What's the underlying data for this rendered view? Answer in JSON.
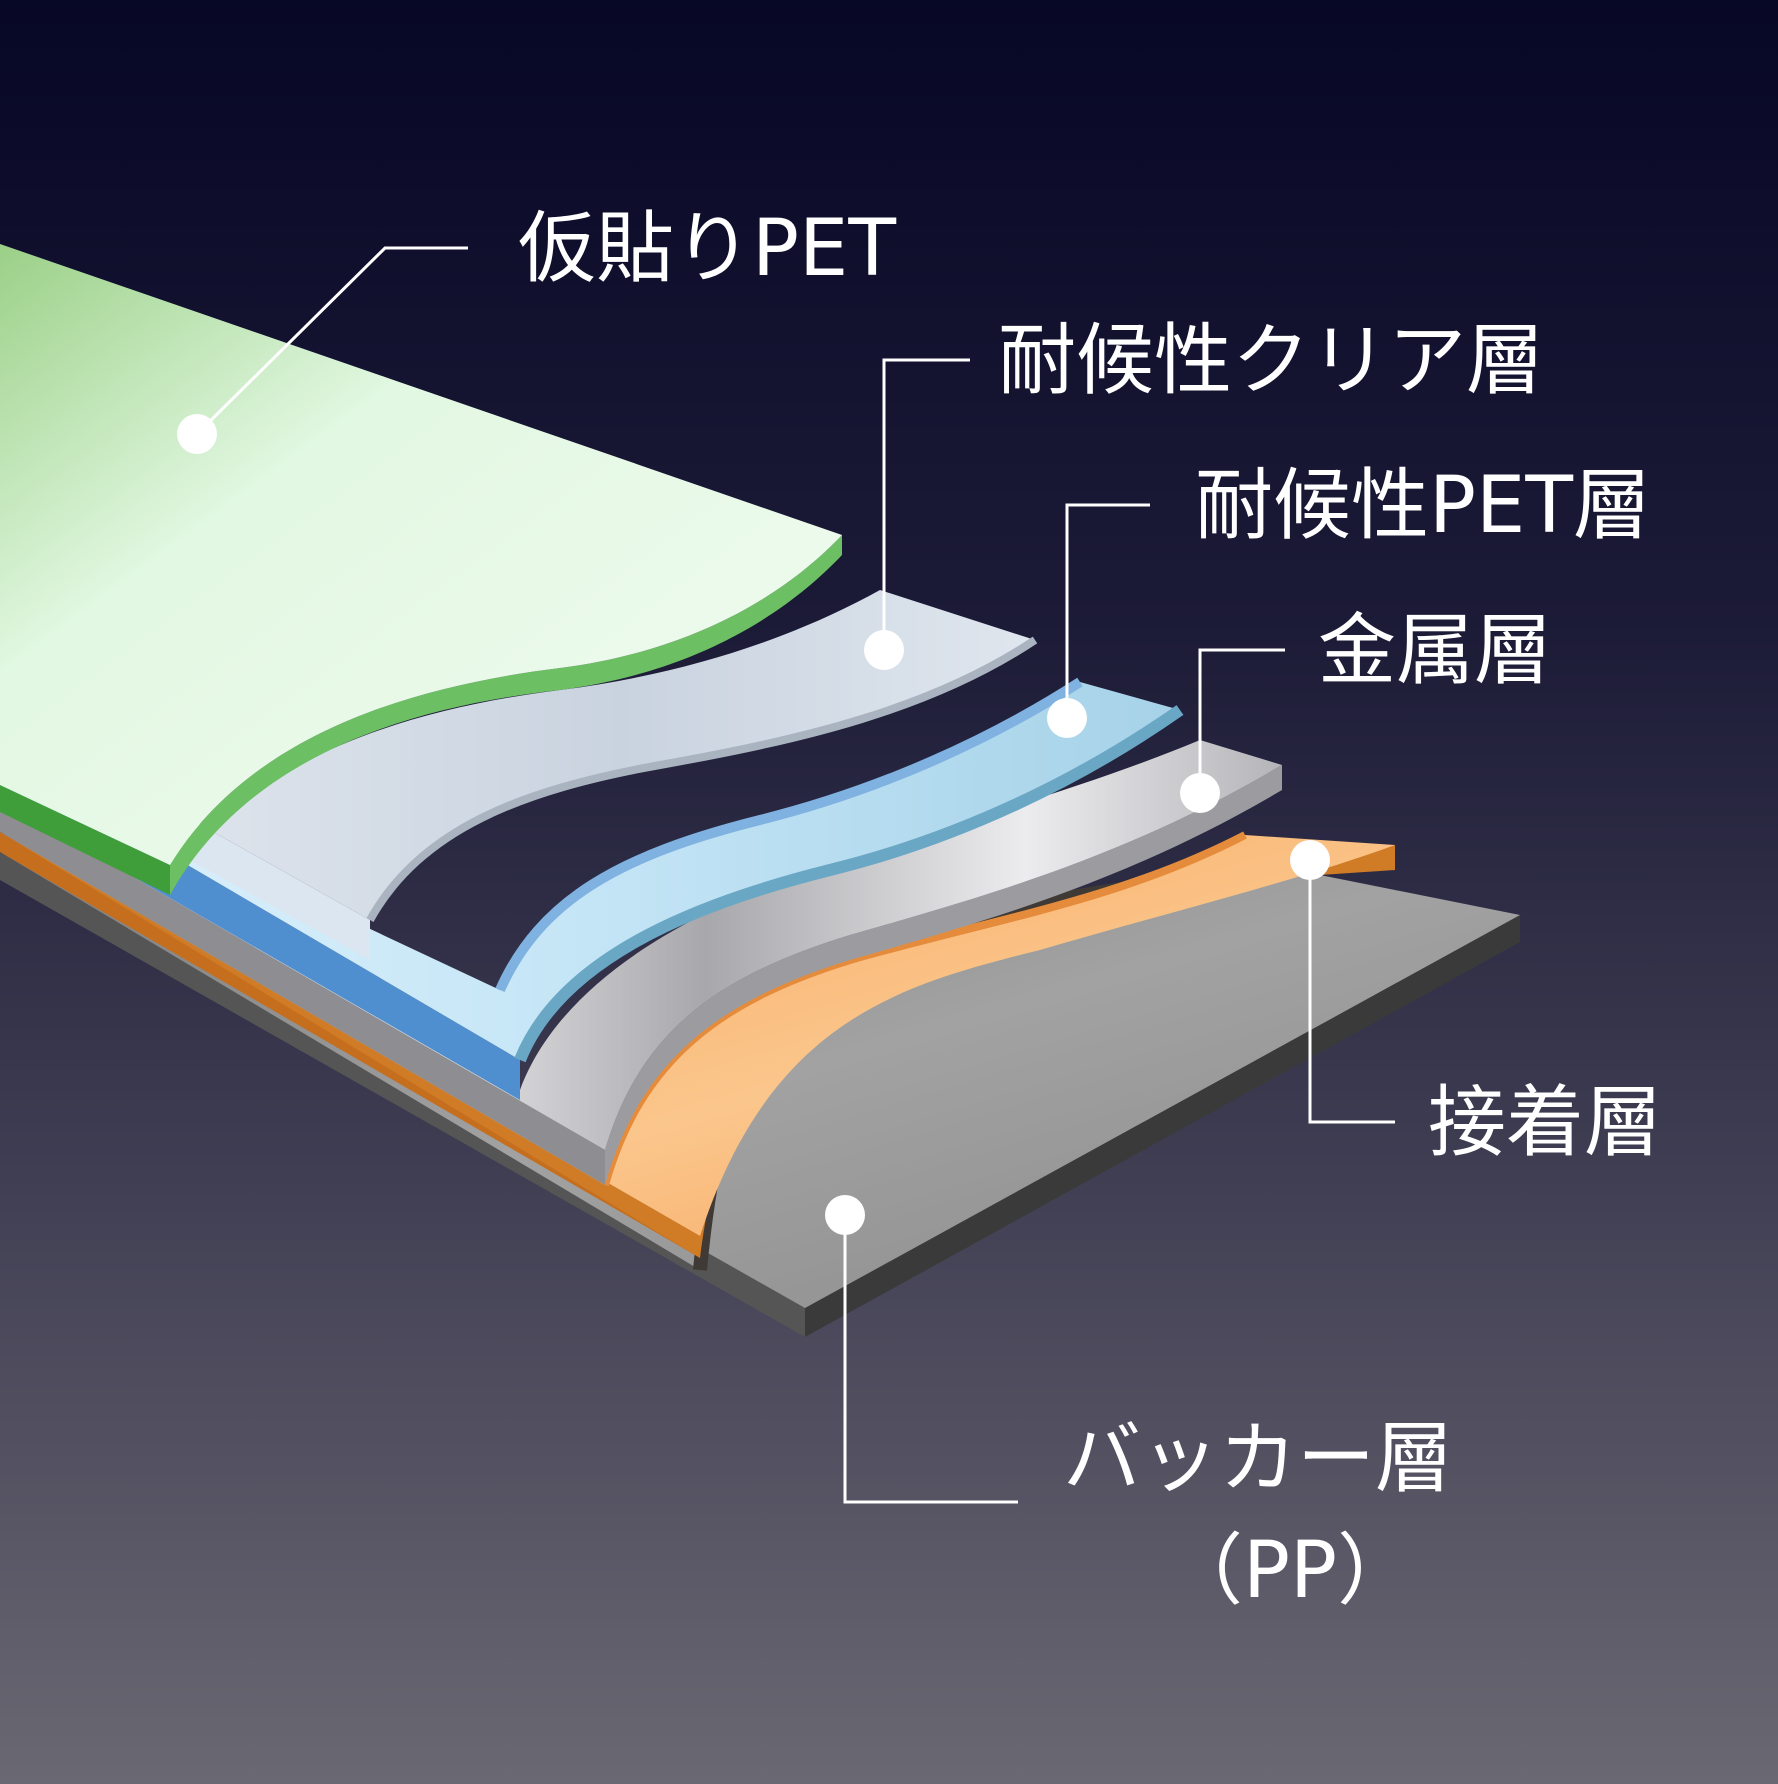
{
  "diagram": {
    "layers": [
      {
        "id": "temp-pet",
        "label": "仮貼りPET",
        "color": "#9bd087"
      },
      {
        "id": "clear",
        "label": "耐候性クリア層",
        "color": "#d8dee7"
      },
      {
        "id": "pet",
        "label": "耐候性PET層",
        "color": "#bfe3f7"
      },
      {
        "id": "metal",
        "label": "金属層",
        "color": "#b9b9bd"
      },
      {
        "id": "adhesive",
        "label": "接着層",
        "color": "#f7b46a"
      },
      {
        "id": "backer",
        "label": "バッカー層",
        "sub_label": "（PP）",
        "color": "#9a9a9a"
      }
    ],
    "colors": {
      "background_top": "#070726",
      "background_bottom": "#6a6872",
      "leader": "#ffffff"
    }
  }
}
